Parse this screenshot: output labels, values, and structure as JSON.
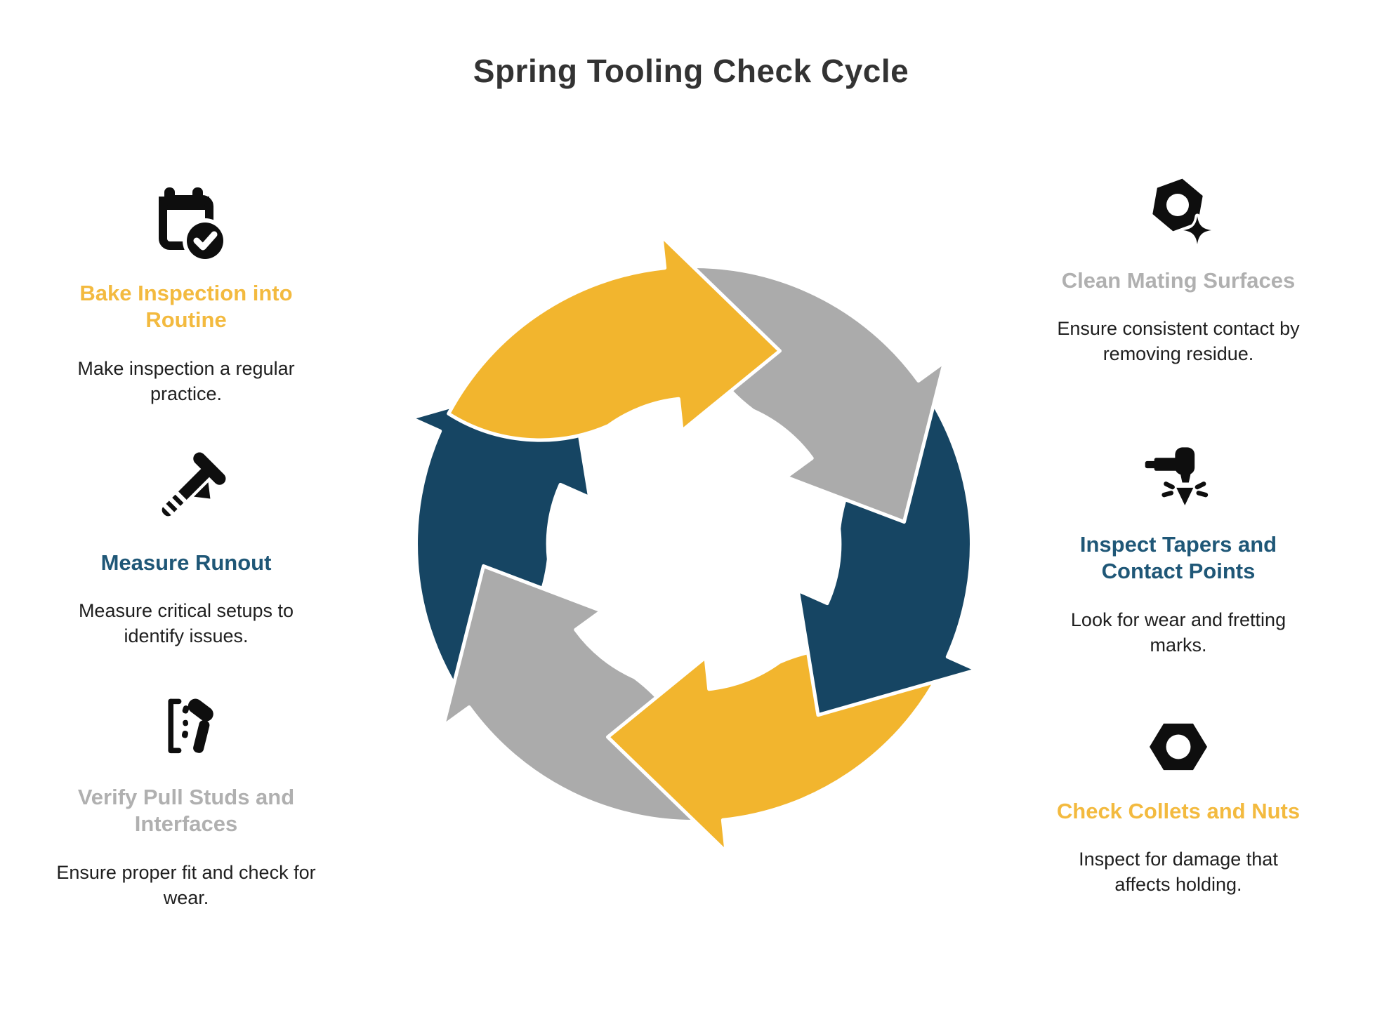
{
  "title": {
    "text": "Spring Tooling Check Cycle"
  },
  "palette": {
    "yellow_arrow": "#F2B52E",
    "gray_arrow": "#ABABAB",
    "navy_arrow": "#164563",
    "heading_yellow": "#F3BA3F",
    "heading_blue": "#1F5777",
    "heading_gray": "#B0B0B0",
    "body_text": "#1F1F1F",
    "title_text": "#333333",
    "icon_color": "#0E0E0E"
  },
  "cycle": {
    "type": "cycle",
    "direction": "clockwise",
    "segment_count": 6,
    "segments": [
      {
        "position": "top-left",
        "color_name": "yellow",
        "color": "#F2B52E"
      },
      {
        "position": "top-right",
        "color_name": "gray",
        "color": "#ABABAB"
      },
      {
        "position": "right",
        "color_name": "navy",
        "color": "#164563"
      },
      {
        "position": "bottom-right",
        "color_name": "yellow",
        "color": "#F2B52E"
      },
      {
        "position": "bottom-left",
        "color_name": "gray",
        "color": "#ABABAB"
      },
      {
        "position": "left",
        "color_name": "navy",
        "color": "#164563"
      }
    ]
  },
  "left_column": {
    "items": [
      {
        "icon": "calendar-check-icon",
        "heading": "Bake Inspection into Routine",
        "heading_color": "#F3BA3F",
        "description": "Make inspection a regular practice."
      },
      {
        "icon": "caliper-icon",
        "heading": "Measure Runout",
        "heading_color": "#1F5777",
        "description": "Measure critical setups to identify issues."
      },
      {
        "icon": "mallet-pull-stud-icon",
        "heading": "Verify Pull Studs and Interfaces",
        "heading_color": "#B0B0B0",
        "description": "Ensure proper fit and check for wear."
      }
    ]
  },
  "right_column": {
    "items": [
      {
        "icon": "nut-sparkle-icon",
        "heading": "Clean Mating Surfaces",
        "heading_color": "#B0B0B0",
        "description": "Ensure consistent contact by removing residue."
      },
      {
        "icon": "hammer-impact-icon",
        "heading": "Inspect Tapers and Contact Points",
        "heading_color": "#1F5777",
        "description": "Look for wear and fretting marks."
      },
      {
        "icon": "hex-nut-icon",
        "heading": "Check Collets and Nuts",
        "heading_color": "#F3BA3F",
        "description": "Inspect for damage that affects holding."
      }
    ]
  }
}
